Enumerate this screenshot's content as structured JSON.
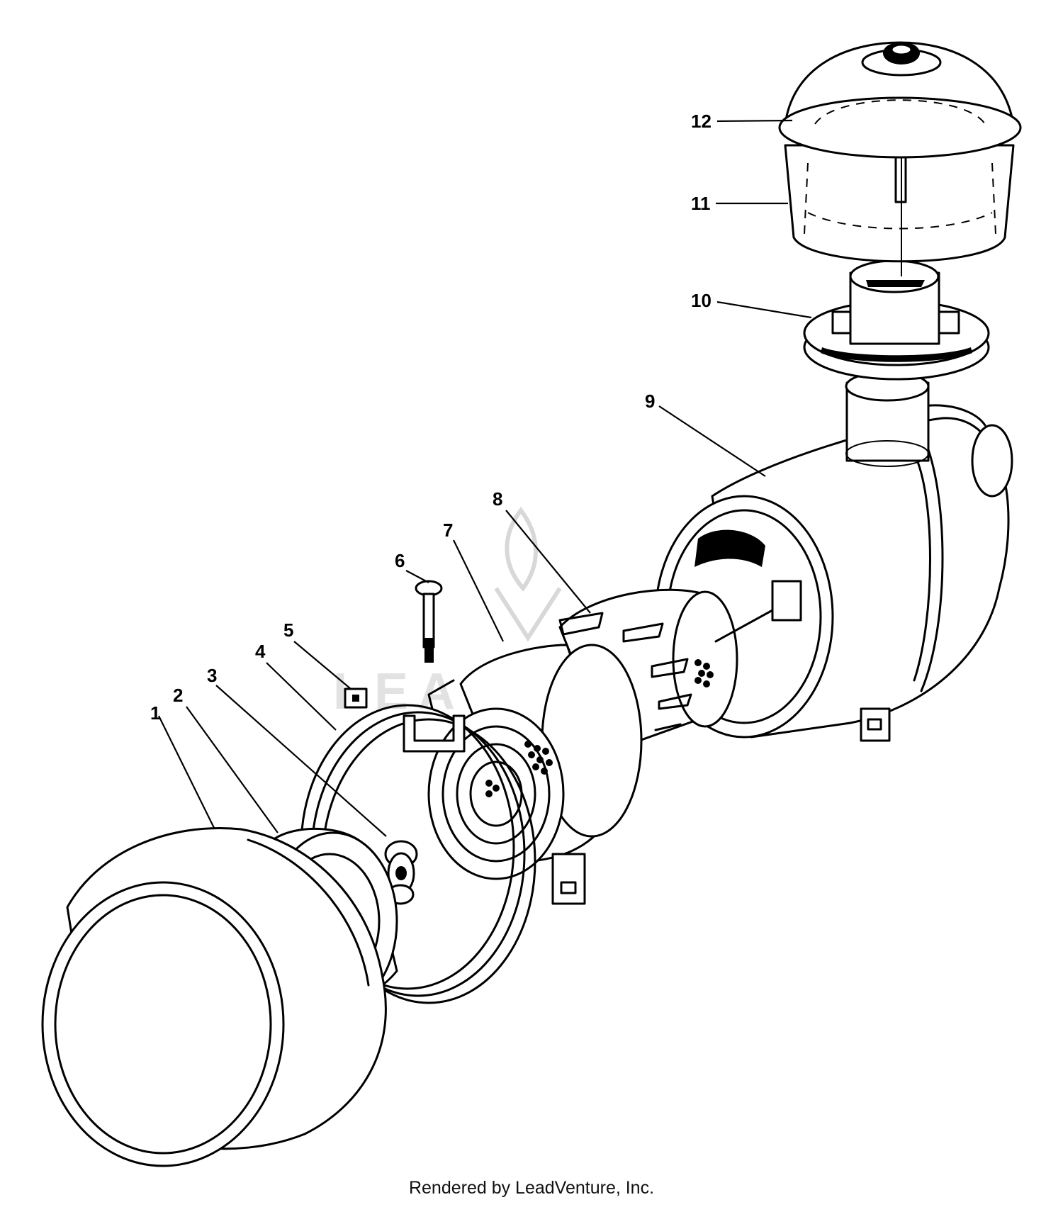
{
  "watermark": {
    "text": "LEADVENTURE"
  },
  "callouts": [
    {
      "id": "1",
      "label": "1"
    },
    {
      "id": "2",
      "label": "2"
    },
    {
      "id": "3",
      "label": "3"
    },
    {
      "id": "4",
      "label": "4"
    },
    {
      "id": "5",
      "label": "5"
    },
    {
      "id": "6",
      "label": "6"
    },
    {
      "id": "7",
      "label": "7"
    },
    {
      "id": "8",
      "label": "8"
    },
    {
      "id": "9",
      "label": "9"
    },
    {
      "id": "10",
      "label": "10"
    },
    {
      "id": "11",
      "label": "11"
    },
    {
      "id": "12",
      "label": "12"
    }
  ],
  "footer": {
    "text": "Rendered by LeadVenture, Inc."
  }
}
